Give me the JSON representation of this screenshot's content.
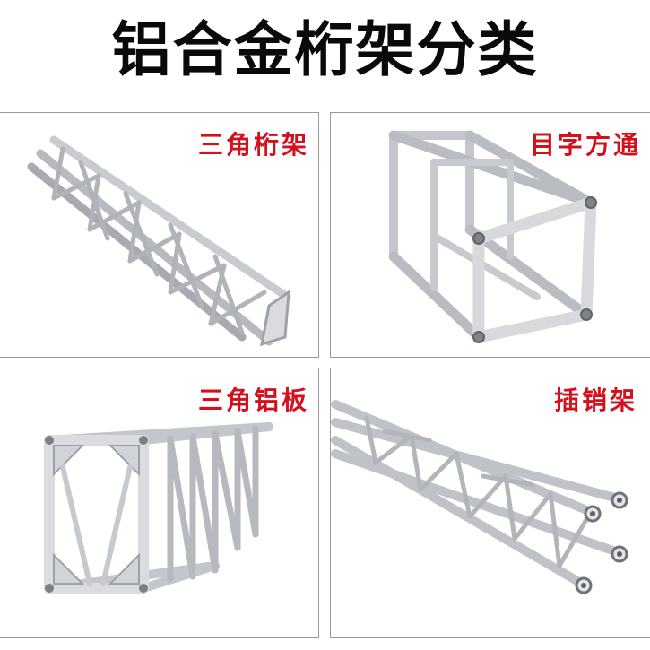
{
  "page": {
    "title": "铝合金桁架分类"
  },
  "panels": [
    {
      "label": "三角桁架",
      "icon": "triangle-truss-image"
    },
    {
      "label": "目字方通",
      "icon": "box-truss-image"
    },
    {
      "label": "三角铝板",
      "icon": "plate-truss-image"
    },
    {
      "label": "插销架",
      "icon": "spigot-truss-image"
    }
  ],
  "colors": {
    "title": "#0a0a0a",
    "label": "#d4101c",
    "border": "#9a9a9a",
    "metal": "#c9ccd0"
  }
}
